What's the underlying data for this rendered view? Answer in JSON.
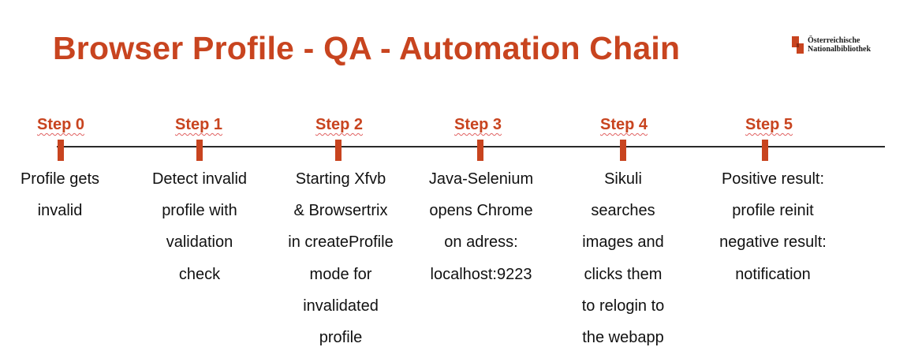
{
  "title": "Browser Profile - QA - Automation Chain",
  "logo": {
    "line1": "Österreichische",
    "line2": "Nationalbibliothek",
    "color": "#c8441f"
  },
  "accent_color": "#c8441f",
  "steps": [
    {
      "label": "Step 0",
      "lines": [
        "Profile gets",
        "invalid"
      ]
    },
    {
      "label": "Step 1",
      "lines": [
        "Detect invalid",
        "profile with",
        "validation",
        "check"
      ]
    },
    {
      "label": "Step 2",
      "lines": [
        "Starting Xfvb",
        "& Browsertrix",
        "in createProfile",
        "mode for",
        "invalidated",
        "profile"
      ]
    },
    {
      "label": "Step 3",
      "lines": [
        "Java-Selenium",
        "opens Chrome",
        "on adress:",
        "localhost:9223"
      ]
    },
    {
      "label": "Step 4",
      "lines": [
        "Sikuli",
        "searches",
        "images and",
        "clicks them",
        "to relogin to",
        "the webapp"
      ]
    },
    {
      "label": "Step 5",
      "lines": [
        "Positive result:",
        "profile reinit",
        "negative result:",
        "notification"
      ]
    }
  ]
}
